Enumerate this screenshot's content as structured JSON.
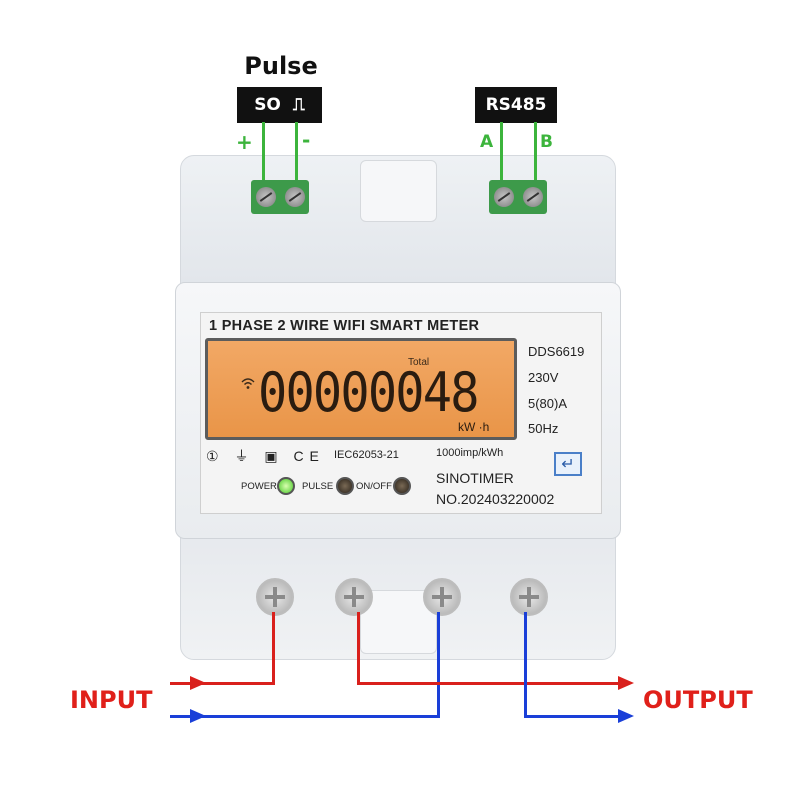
{
  "top": {
    "pulse_title": "Pulse",
    "so_label": "SO",
    "pulse_symbol": "⎍",
    "plus": "+",
    "minus": "-",
    "rs485_label": "RS485",
    "a_label": "A",
    "b_label": "B"
  },
  "panel": {
    "title": "1 PHASE 2 WIRE WIFI  SMART METER",
    "lcd_total": "Total",
    "lcd_reading": "00000048",
    "lcd_unit": "kW  ·h",
    "model": "DDS6619",
    "voltage": "230V",
    "current": "5(80)A",
    "frequency": "50Hz",
    "symbols": "① ⏚ ▣ CE",
    "standard": "IEC62053-21",
    "impulse": "1000imp/kWh",
    "led_power": "POWER",
    "led_pulse": "PULSE",
    "led_onoff": "ON/OFF",
    "brand": "SINOTIMER",
    "serial": "NO.202403220002",
    "enter_symbol": "↵"
  },
  "wiring": {
    "input_label": "INPUT",
    "output_label": "OUTPUT"
  },
  "colors": {
    "accent_green": "#3cb43c",
    "wire_red": "#d9201c",
    "wire_blue": "#1a3fd8",
    "lcd_orange": "#f2a865"
  }
}
